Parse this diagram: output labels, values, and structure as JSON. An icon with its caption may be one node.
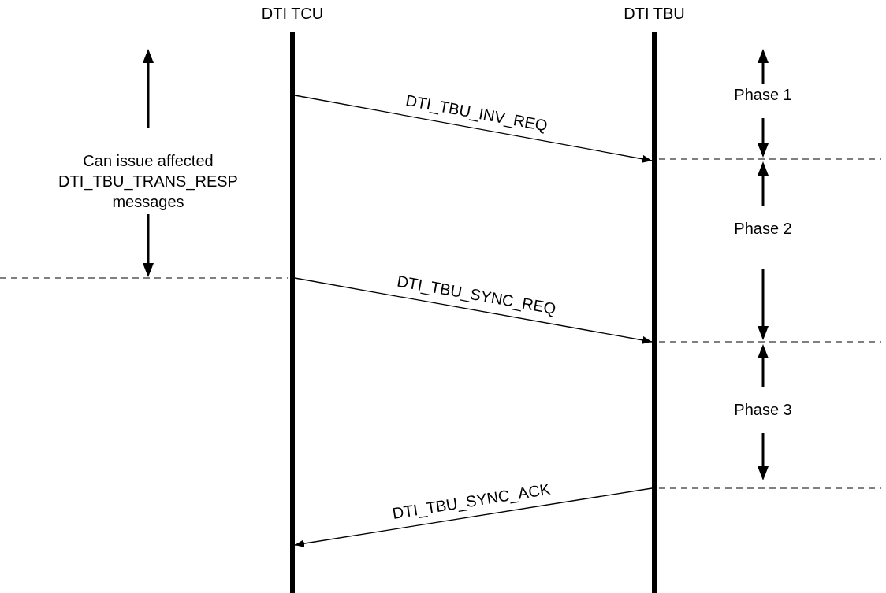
{
  "diagram": {
    "nodes": [
      {
        "text": [
          "DTI TCU"
        ]
      },
      {
        "text": [
          "DTI TBU"
        ]
      }
    ],
    "edges": [
      {
        "from": 0,
        "to": 1,
        "arrow": "to",
        "label": "DTI_TBU_INV_REQ"
      },
      {
        "from": 0,
        "to": 1,
        "arrow": "to",
        "label": "DTI_TBU_SYNC_REQ"
      },
      {
        "from": 1,
        "to": 0,
        "arrow": "to",
        "label": "DTI_TBU_SYNC_ACK"
      }
    ],
    "labels": [
      "Can issue affected DTI_TBU_TRANS_RESP messages",
      "Phase 1",
      "Phase 2",
      "Phase 3"
    ]
  }
}
